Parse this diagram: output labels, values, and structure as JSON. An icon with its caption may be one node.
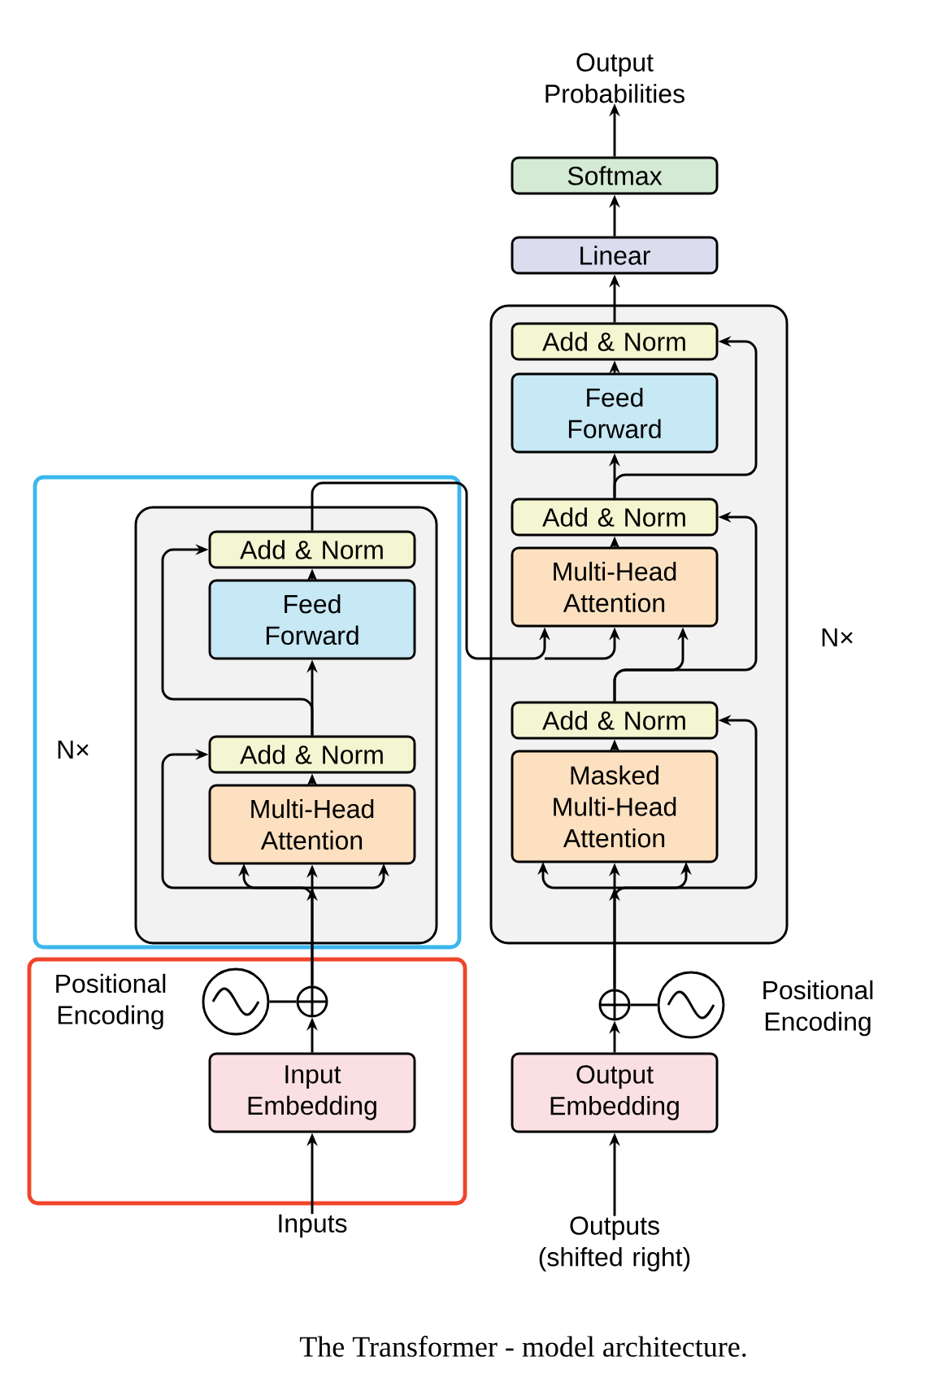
{
  "diagram": {
    "caption": "The Transformer - model architecture.",
    "nodes": [
      {
        "text": [
          "Output Probabilities"
        ]
      },
      {
        "text": [
          "Softmax"
        ]
      },
      {
        "text": [
          "Linear"
        ]
      },
      {
        "text": [],
        "shape": "box",
        "beside": [
          "N×"
        ]
      },
      {
        "text": [
          "Add & Norm"
        ],
        "in": 3
      },
      {
        "text": [
          "Feed Forward"
        ],
        "in": 3
      },
      {
        "text": [
          "Add & Norm"
        ],
        "in": 3
      },
      {
        "text": [
          "Multi-Head Attention"
        ],
        "in": 3
      },
      {
        "text": [
          "Add & Norm"
        ],
        "in": 3
      },
      {
        "text": [
          "Masked Multi-Head Attention"
        ],
        "in": 3
      },
      {
        "text": [],
        "shape": "box"
      },
      {
        "text": [],
        "shape": "box",
        "in": 10,
        "beside": [
          "N×"
        ]
      },
      {
        "text": [
          "Add & Norm"
        ],
        "in": 11
      },
      {
        "text": [
          "Feed Forward"
        ],
        "in": 11
      },
      {
        "text": [
          "Add & Norm"
        ],
        "in": 11
      },
      {
        "text": [
          "Multi-Head Attention"
        ],
        "in": 11
      },
      {
        "text": [],
        "shape": "box"
      },
      {
        "text": [],
        "shape": "circle",
        "in": 16
      },
      {
        "text": [],
        "shape": "circle",
        "in": 16,
        "beside": [
          "Positional Encoding"
        ]
      },
      {
        "text": [
          "Input Embedding"
        ],
        "in": 16
      },
      {
        "text": [
          "Inputs"
        ]
      },
      {
        "text": [],
        "shape": "circle"
      },
      {
        "text": [],
        "shape": "circle",
        "beside": [
          "Positional Encoding"
        ]
      },
      {
        "text": [
          "Output Embedding"
        ]
      },
      {
        "text": [
          "Outputs (shifted right)"
        ]
      }
    ],
    "edges": [
      {
        "from": 20,
        "to": 19,
        "arrow": "to"
      },
      {
        "from": 19,
        "to": 17,
        "arrow": "to"
      },
      {
        "from": 18,
        "to": 17,
        "arrow": "none"
      },
      {
        "from": 17,
        "to": 15,
        "arrow": "to"
      },
      {
        "from": 17,
        "to": 14,
        "arrow": "to"
      },
      {
        "from": 15,
        "to": 14,
        "arrow": "to"
      },
      {
        "from": 14,
        "to": 13,
        "arrow": "to"
      },
      {
        "from": 14,
        "to": 12,
        "arrow": "to"
      },
      {
        "from": 13,
        "to": 12,
        "arrow": "to"
      },
      {
        "from": 12,
        "to": 7,
        "arrow": "to"
      },
      {
        "from": 24,
        "to": 23,
        "arrow": "to"
      },
      {
        "from": 23,
        "to": 21,
        "arrow": "to"
      },
      {
        "from": 22,
        "to": 21,
        "arrow": "none"
      },
      {
        "from": 21,
        "to": 9,
        "arrow": "to"
      },
      {
        "from": 21,
        "to": 8,
        "arrow": "to"
      },
      {
        "from": 9,
        "to": 8,
        "arrow": "to"
      },
      {
        "from": 8,
        "to": 7,
        "arrow": "to"
      },
      {
        "from": 8,
        "to": 6,
        "arrow": "to"
      },
      {
        "from": 7,
        "to": 6,
        "arrow": "to"
      },
      {
        "from": 6,
        "to": 5,
        "arrow": "to"
      },
      {
        "from": 6,
        "to": 4,
        "arrow": "to"
      },
      {
        "from": 5,
        "to": 4,
        "arrow": "to"
      },
      {
        "from": 4,
        "to": 2,
        "arrow": "to"
      },
      {
        "from": 2,
        "to": 1,
        "arrow": "to"
      },
      {
        "from": 1,
        "to": 0,
        "arrow": "to"
      }
    ]
  }
}
